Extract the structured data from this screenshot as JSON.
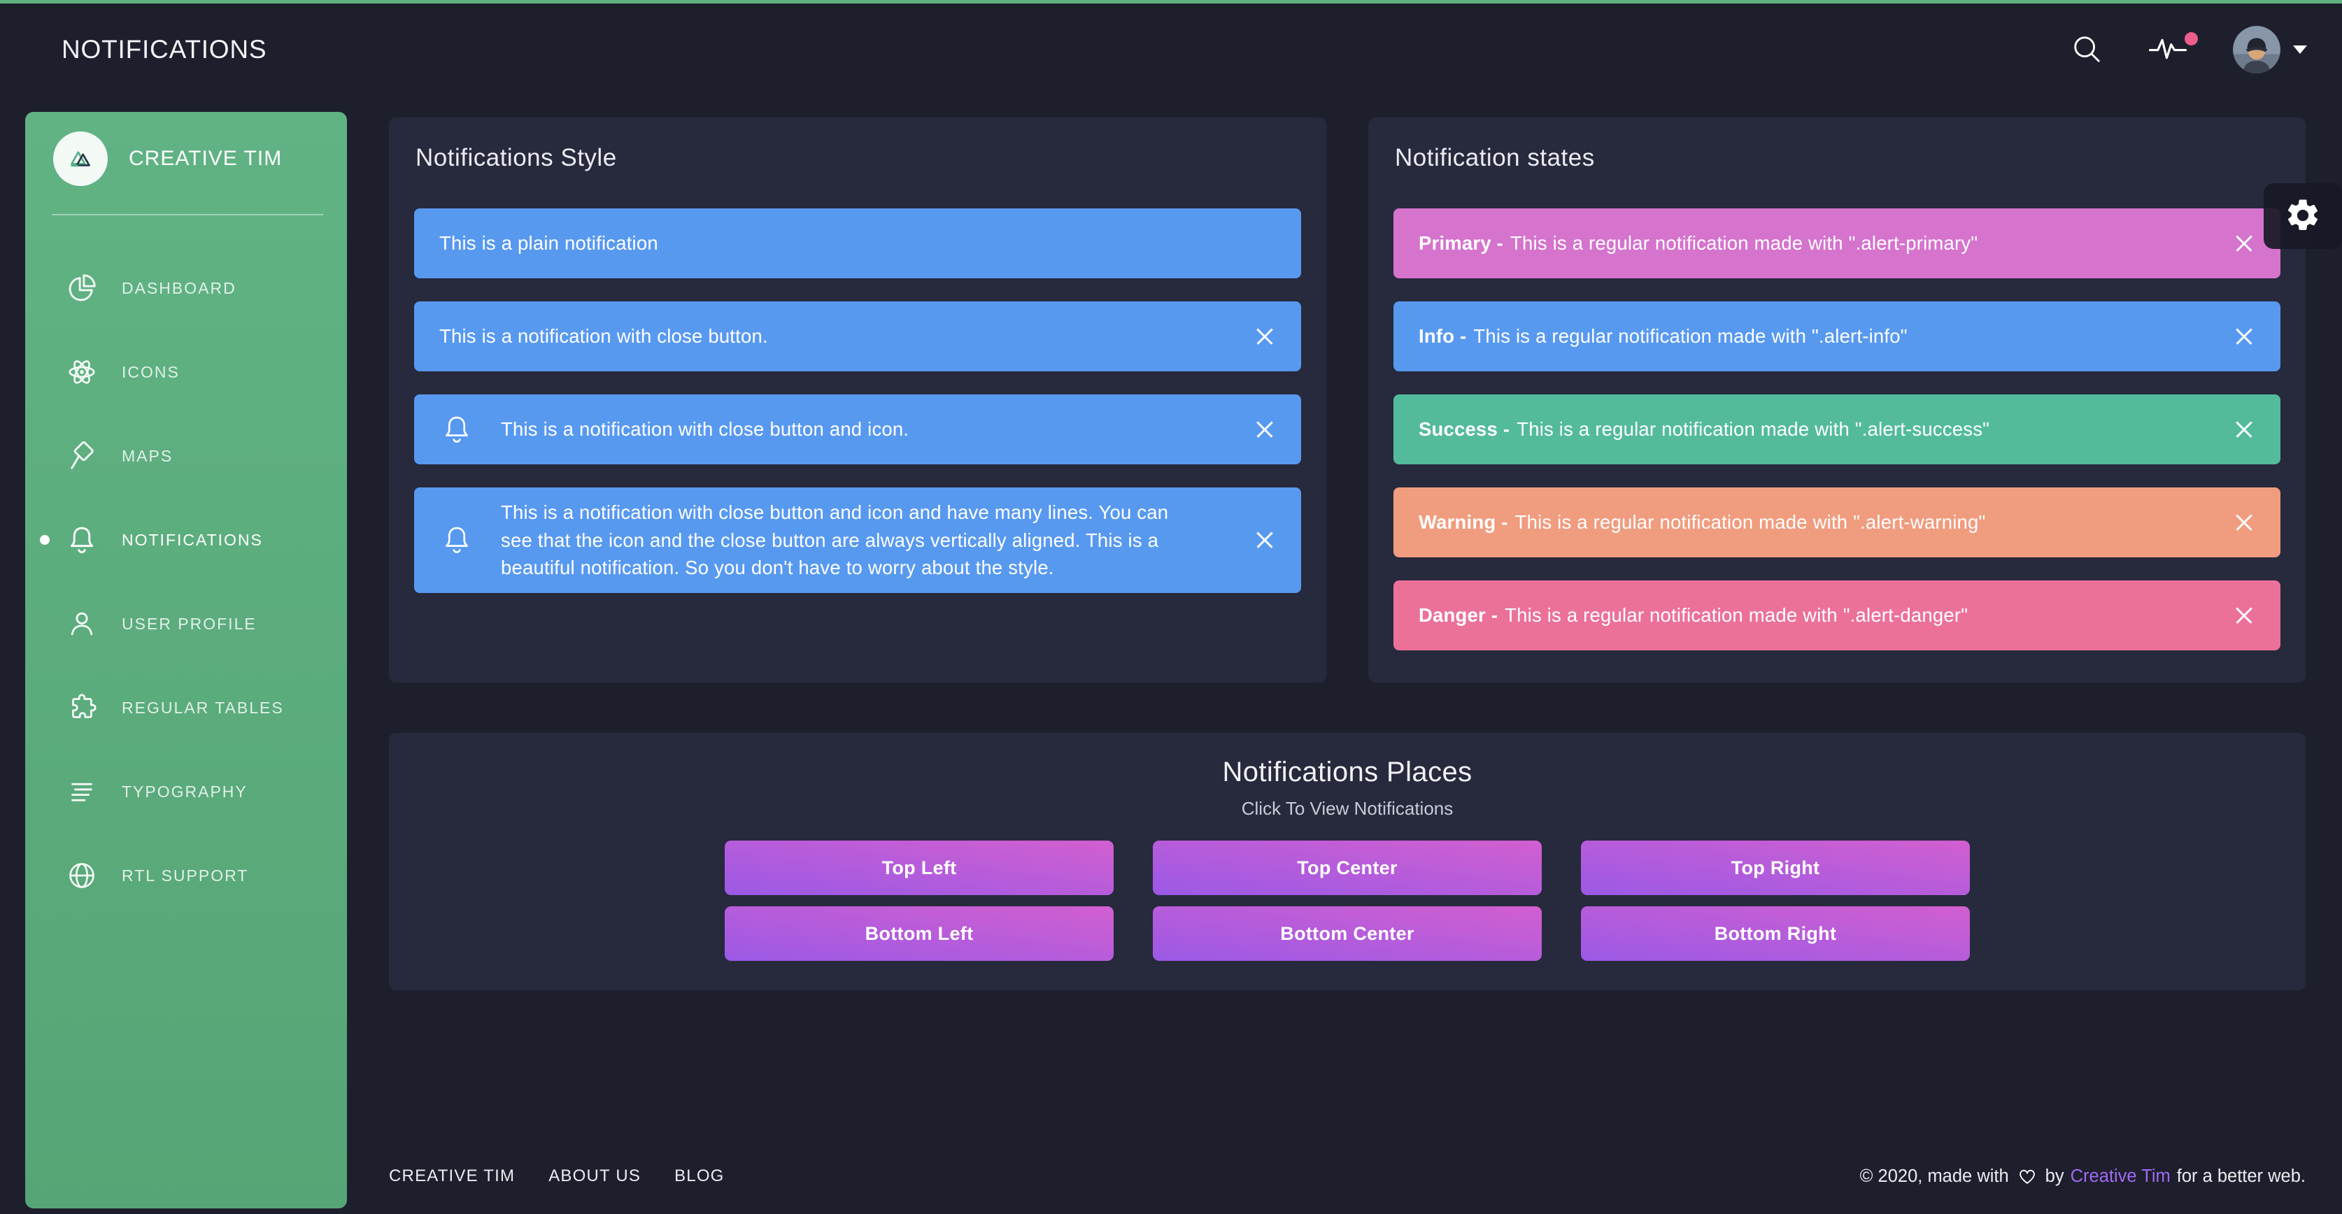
{
  "topbar": {
    "title": "NOTIFICATIONS"
  },
  "sidebar": {
    "brand": "CREATIVE TIM",
    "items": [
      {
        "label": "DASHBOARD",
        "icon": "pie-chart-icon",
        "active": false
      },
      {
        "label": "ICONS",
        "icon": "atom-icon",
        "active": false
      },
      {
        "label": "MAPS",
        "icon": "pin-icon",
        "active": false
      },
      {
        "label": "NOTIFICATIONS",
        "icon": "bell-icon",
        "active": true
      },
      {
        "label": "USER PROFILE",
        "icon": "single-user-icon",
        "active": false
      },
      {
        "label": "REGULAR TABLES",
        "icon": "puzzle-icon",
        "active": false
      },
      {
        "label": "TYPOGRAPHY",
        "icon": "align-left-icon",
        "active": false
      },
      {
        "label": "RTL SUPPORT",
        "icon": "globe-icon",
        "active": false
      }
    ]
  },
  "style_card": {
    "title": "Notifications Style",
    "alerts": [
      {
        "text": "This is a plain notification",
        "close": false,
        "icon": false
      },
      {
        "text": "This is a notification with close button.",
        "close": true,
        "icon": false
      },
      {
        "text": "This is a notification with close button and icon.",
        "close": true,
        "icon": true
      },
      {
        "text": "This is a notification with close button and icon and have many lines. You can see that the icon and the close button are always vertically aligned. This is a beautiful notification. So you don't have to worry about the style.",
        "close": true,
        "icon": true
      }
    ]
  },
  "states_card": {
    "title": "Notification states",
    "alerts": [
      {
        "prefix": "Primary -",
        "text": "This is a regular notification made with \".alert-primary\"",
        "state": "primary",
        "color": "#d573cd"
      },
      {
        "prefix": "Info -",
        "text": "This is a regular notification made with \".alert-info\"",
        "state": "info",
        "color": "#5899f0"
      },
      {
        "prefix": "Success -",
        "text": "This is a regular notification made with \".alert-success\"",
        "state": "success",
        "color": "#53bb9b"
      },
      {
        "prefix": "Warning -",
        "text": "This is a regular notification made with \".alert-warning\"",
        "state": "warning",
        "color": "#f09c7f"
      },
      {
        "prefix": "Danger -",
        "text": "This is a regular notification made with \".alert-danger\"",
        "state": "danger",
        "color": "#eb7199"
      }
    ]
  },
  "places_card": {
    "title": "Notifications Places",
    "subtitle": "Click To View Notifications",
    "buttons": [
      "Top Left",
      "Top Center",
      "Top Right",
      "Bottom Left",
      "Bottom Center",
      "Bottom Right"
    ]
  },
  "footer": {
    "links": [
      "CREATIVE TIM",
      "ABOUT US",
      "BLOG"
    ],
    "copyright_prefix": "© 2020, made with",
    "copyright_mid": "by",
    "copyright_link": "Creative Tim",
    "copyright_suffix": "for a better web."
  },
  "colors": {
    "top_line": "#5fb27f",
    "sidebar_green": "#5bad7c",
    "page_background": "#1e1f2d",
    "card_background": "#27293d",
    "alert_info": "#5899f0",
    "alert_primary": "#d573cd",
    "alert_success": "#53bb9b",
    "alert_warning": "#f09c7f",
    "alert_danger": "#eb7199",
    "button_gradient_start": "#9b59e6",
    "button_gradient_end": "#d25fd0",
    "link_purple": "#a06af3",
    "notification_dot": "#ec5f8a"
  }
}
